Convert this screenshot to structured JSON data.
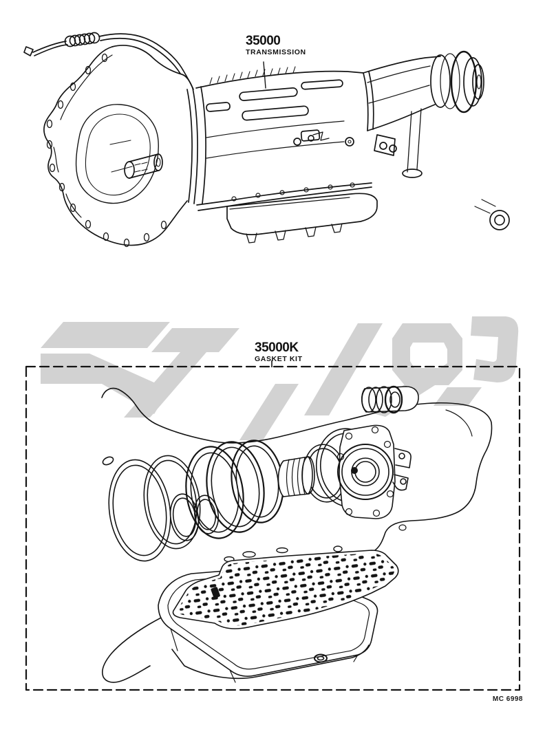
{
  "page": {
    "background": "#ffffff",
    "ink_color": "#141414",
    "watermark_color": "#d2d2d2"
  },
  "callouts": {
    "transmission": {
      "part_number": "35000",
      "part_name": "TRANSMISSION"
    },
    "gasket_kit": {
      "part_number": "35000K",
      "part_name": "GASKET KIT"
    }
  },
  "footer": {
    "doc_code": "MC 6998"
  }
}
